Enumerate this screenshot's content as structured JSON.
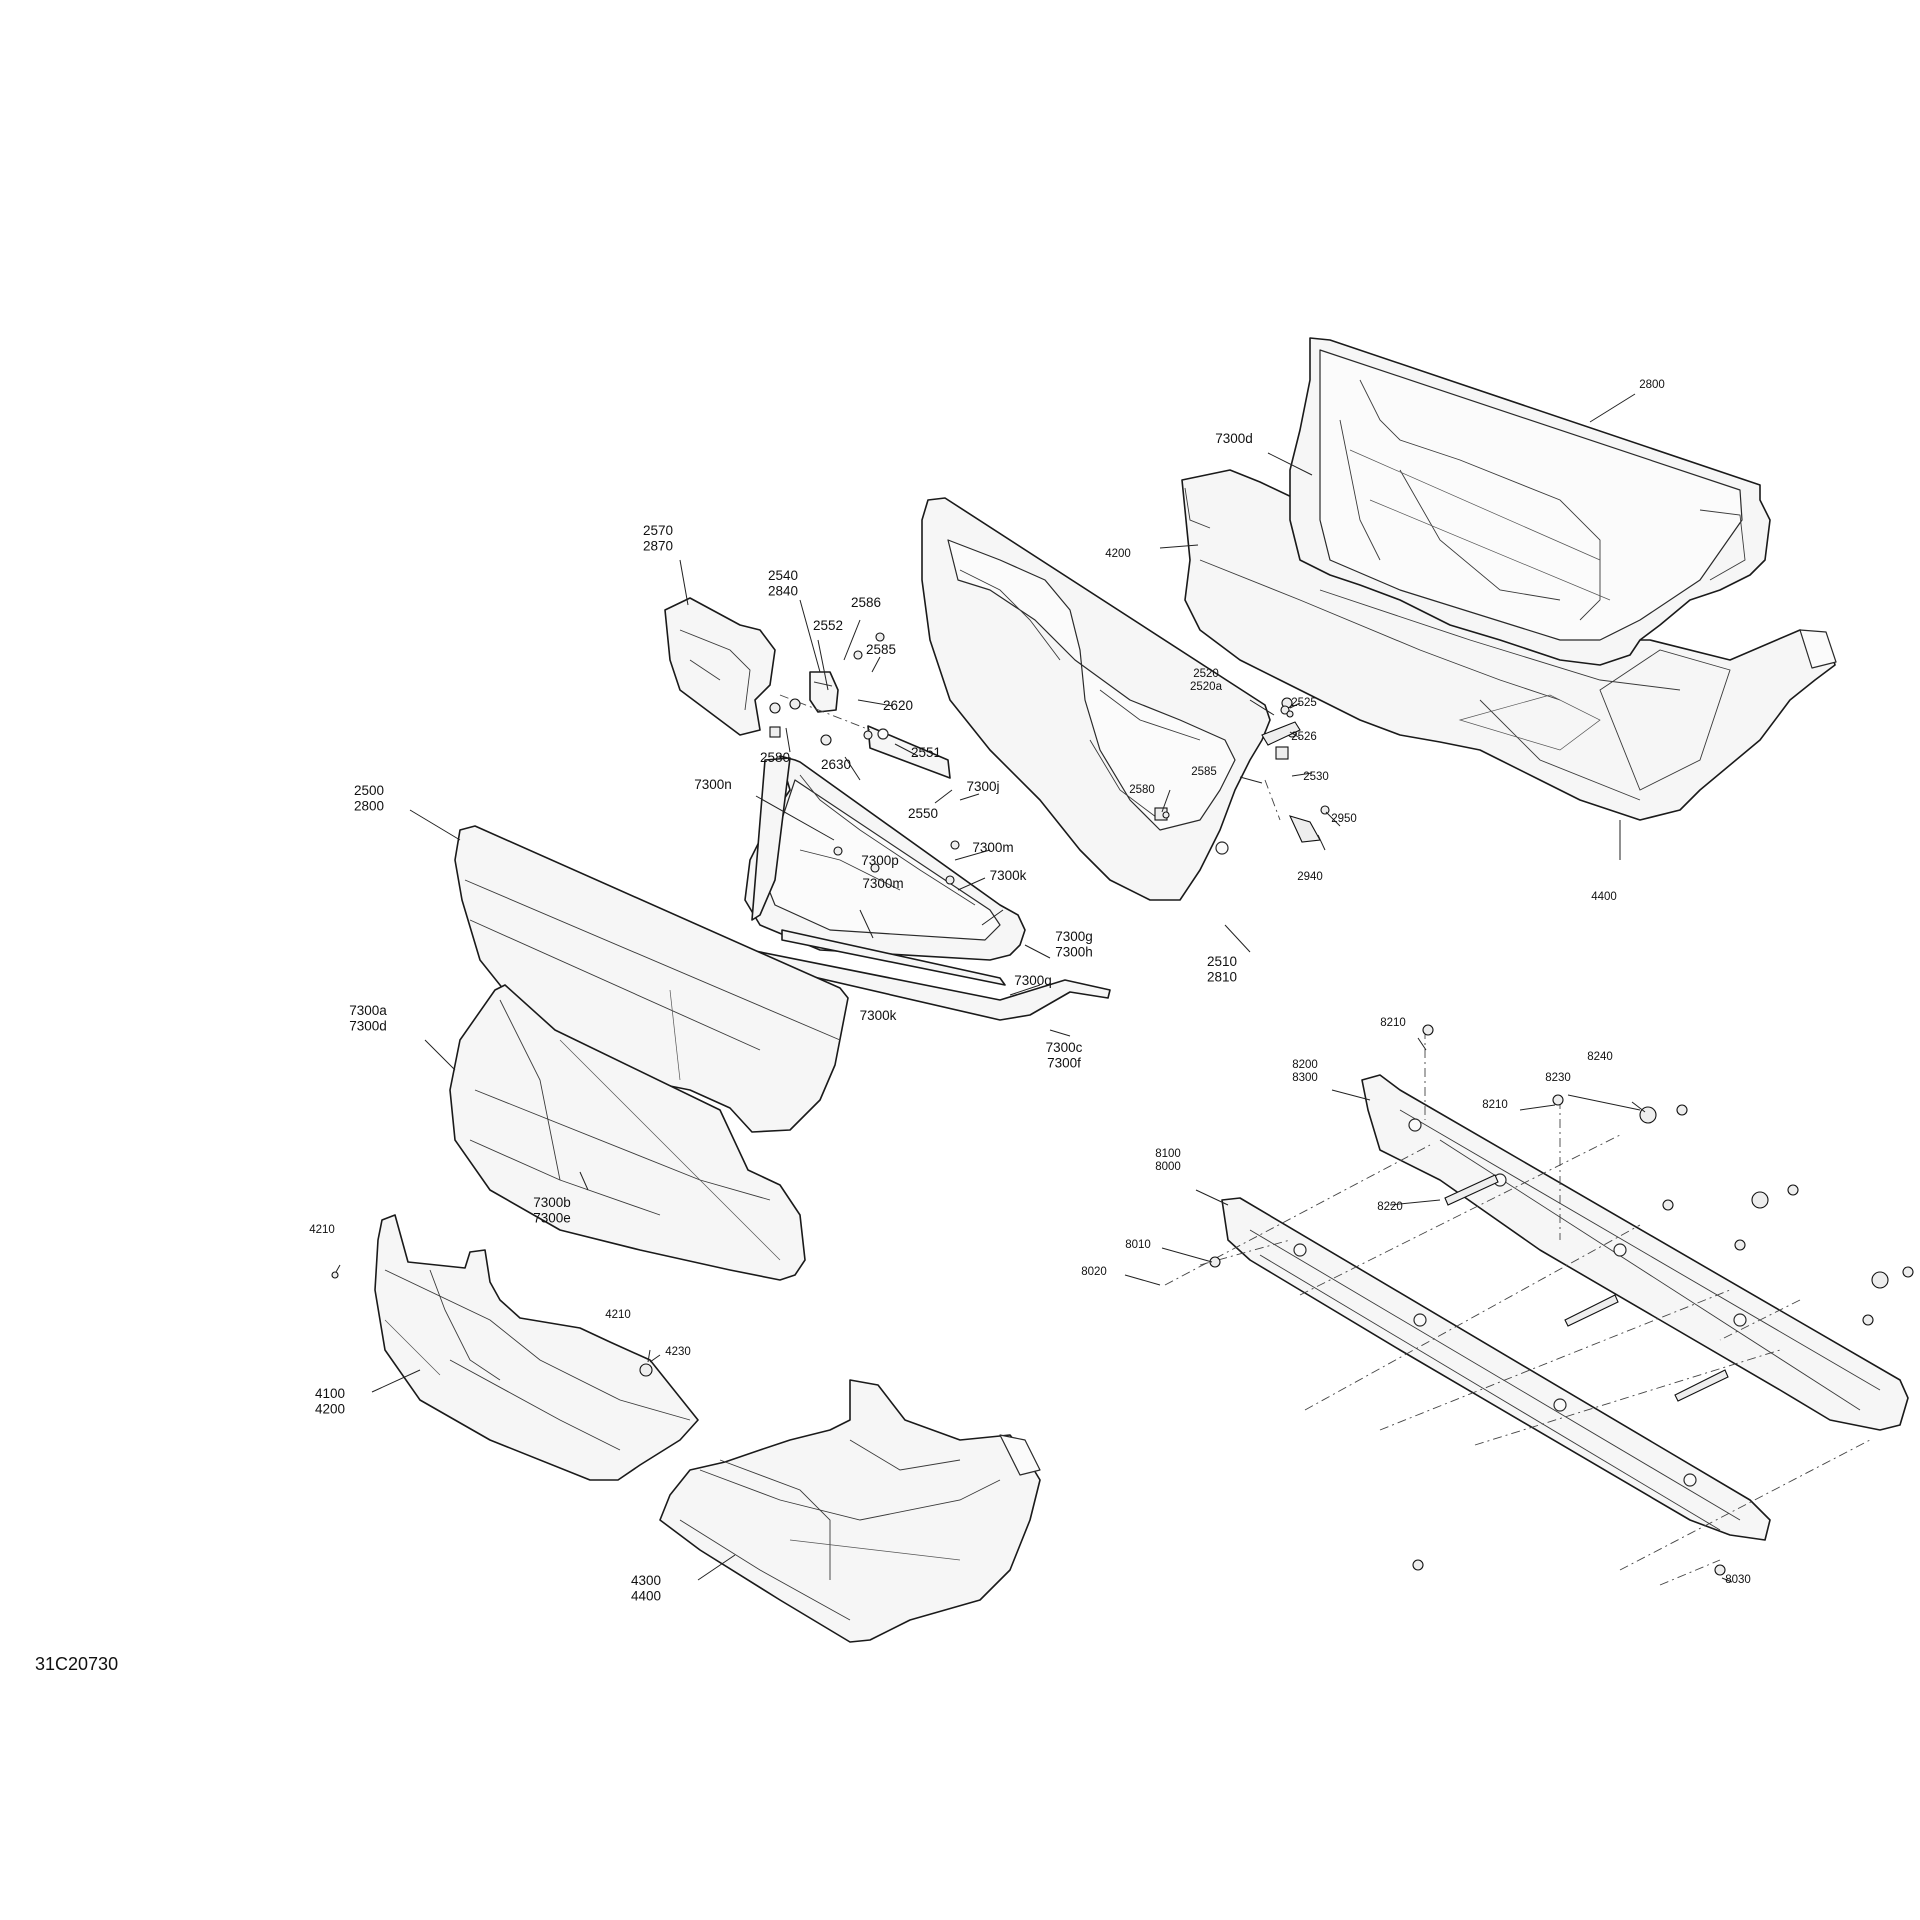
{
  "drawing": {
    "reference": "31C20730"
  },
  "callouts": {
    "c2570_2870": [
      "2570",
      "2870"
    ],
    "c2540_2840": [
      "2540",
      "2840"
    ],
    "c2586": [
      "2586"
    ],
    "c2552": [
      "2552"
    ],
    "c2585a": [
      "2585"
    ],
    "c2620": [
      "2620"
    ],
    "c2580a": [
      "2580"
    ],
    "c2551": [
      "2551"
    ],
    "c2630": [
      "2630"
    ],
    "c2550": [
      "2550"
    ],
    "c2500_2800": [
      "2500",
      "2800"
    ],
    "c7300n": [
      "7300n"
    ],
    "c7300j": [
      "7300j"
    ],
    "c7300m_a": [
      "7300m"
    ],
    "c7300p": [
      "7300p"
    ],
    "c7300m_b": [
      "7300m"
    ],
    "c7300k_a": [
      "7300k"
    ],
    "c7300g_h": [
      "7300g",
      "7300h"
    ],
    "c7300q": [
      "7300q"
    ],
    "c7300k_b": [
      "7300k"
    ],
    "c7300c_f": [
      "7300c",
      "7300f"
    ],
    "c7300a_d": [
      "7300a",
      "7300d"
    ],
    "c7300b_e": [
      "7300b",
      "7300e"
    ],
    "c4210_a": [
      "4210"
    ],
    "c4210_b": [
      "4210"
    ],
    "c4230": [
      "4230"
    ],
    "c4100_4200": [
      "4100",
      "4200"
    ],
    "c4300_4400": [
      "4300",
      "4400"
    ],
    "c2800_top": [
      "2800"
    ],
    "c7300d_top": [
      "7300d"
    ],
    "c4200_top": [
      "4200"
    ],
    "c4400_top": [
      "4400"
    ],
    "c2520": [
      "2520",
      "2520a"
    ],
    "c2525": [
      "2525"
    ],
    "c2526": [
      "2526"
    ],
    "c2585b": [
      "2585"
    ],
    "c2530": [
      "2530"
    ],
    "c2580b": [
      "2580"
    ],
    "c2950": [
      "2950"
    ],
    "c2940": [
      "2940"
    ],
    "c2510_2810": [
      "2510",
      "2810"
    ],
    "c8210_a": [
      "8210"
    ],
    "c8200_8300": [
      "8200",
      "8300"
    ],
    "c8240": [
      "8240"
    ],
    "c8210_b": [
      "8210"
    ],
    "c8230": [
      "8230"
    ],
    "c8100_8000": [
      "8100",
      "8000"
    ],
    "c8220": [
      "8220"
    ],
    "c8010": [
      "8010"
    ],
    "c8020": [
      "8020"
    ],
    "c8030": [
      "8030"
    ]
  }
}
